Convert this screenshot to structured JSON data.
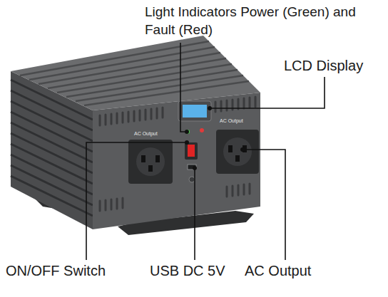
{
  "diagram": {
    "labels": [
      "Light Indicators Power (Green) and Fault (Red)",
      "LCD Display",
      "ON/OFF Switch",
      "USB DC 5V",
      "AC Output",
      "AC Output",
      "AC Output"
    ]
  }
}
